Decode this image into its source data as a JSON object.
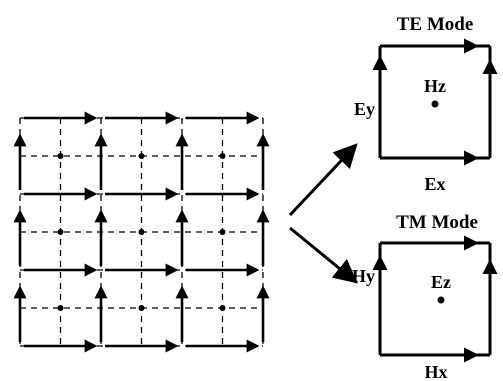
{
  "grid": {
    "cols": 3,
    "rows": 3
  },
  "te_cell": {
    "title": "TE Mode",
    "center_label": "Hz",
    "left_label": "Ey",
    "bottom_label": "Ex"
  },
  "tm_cell": {
    "title": "TM Mode",
    "center_label": "Ez",
    "left_label": "Hy",
    "bottom_label": "Hx"
  },
  "colors": {
    "ink": "#000000",
    "background": "#ffffff"
  }
}
